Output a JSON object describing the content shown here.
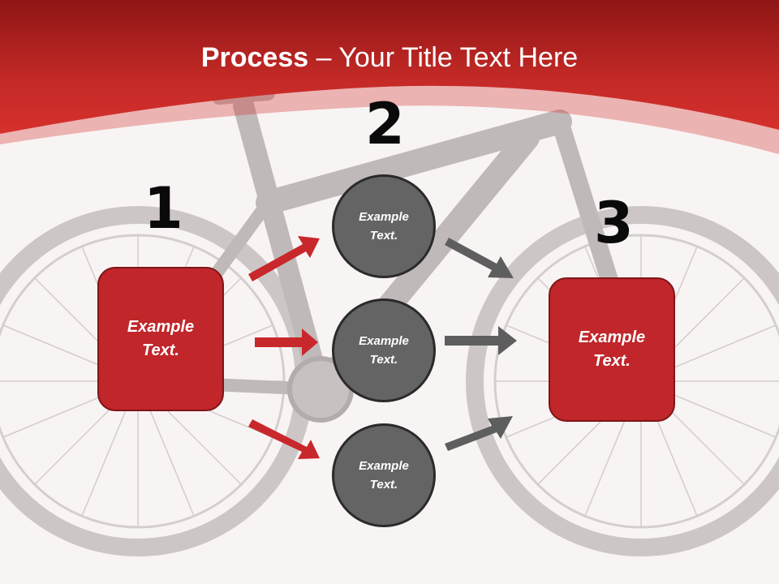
{
  "title": {
    "bold": "Process",
    "rest": " – Your Title Text Here"
  },
  "steps": [
    {
      "number": "1",
      "label": "Example\nText."
    },
    {
      "number": "2",
      "label": "Example\nText."
    },
    {
      "number": "3",
      "label": "Example\nText."
    }
  ],
  "middle": [
    {
      "label": "Example\nText."
    },
    {
      "label": "Example\nText."
    },
    {
      "label": "Example\nText."
    }
  ],
  "colors": {
    "red": "#c0262a",
    "gray": "#646464",
    "arrow_red": "#c8282b",
    "arrow_gray": "#5e5e5e"
  }
}
